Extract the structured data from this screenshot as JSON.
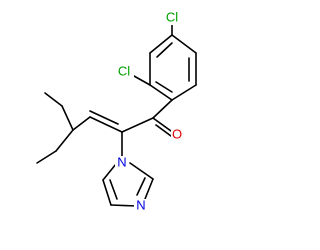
{
  "molecule": {
    "atoms": [
      {
        "id": "cl_top",
        "element": "Cl",
        "label": "Cl",
        "color": "#00a000"
      },
      {
        "id": "cl_ortho",
        "element": "Cl",
        "label": "Cl",
        "color": "#00a000"
      },
      {
        "id": "o_carbonyl",
        "element": "O",
        "label": "O",
        "color": "#e00000"
      },
      {
        "id": "n_imidazole_1",
        "element": "N",
        "label": "N",
        "color": "#0000e0"
      },
      {
        "id": "n_imidazole_3",
        "element": "N",
        "label": "N",
        "color": "#0000e0"
      }
    ],
    "bond_color": "#000000"
  }
}
